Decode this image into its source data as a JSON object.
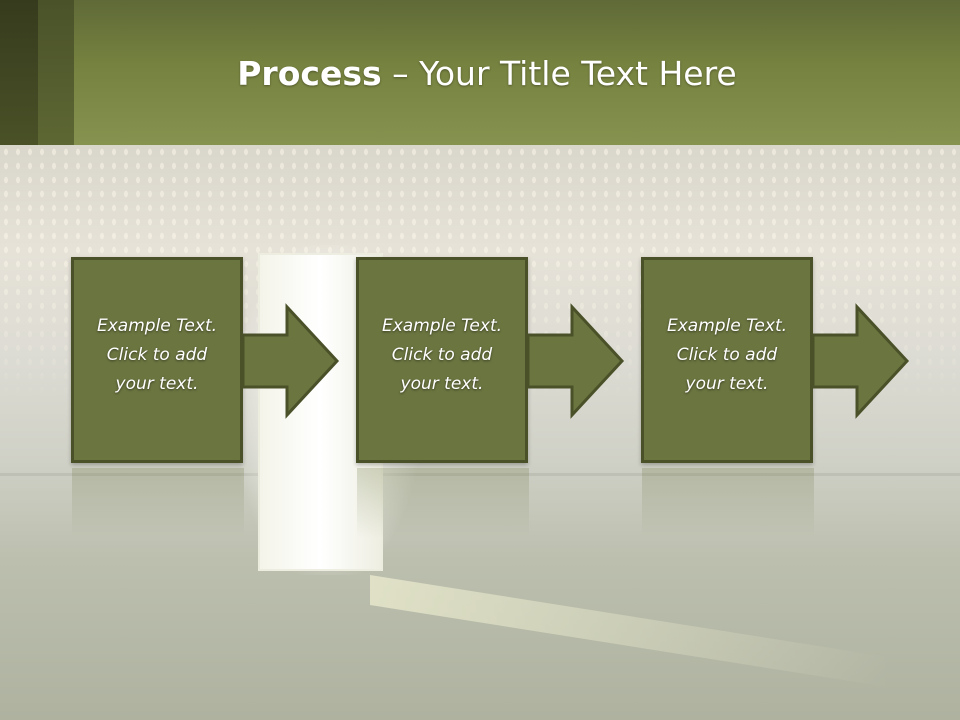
{
  "slide": {
    "title_bold": "Process",
    "title_rest": " – Your Title Text Here"
  },
  "steps": [
    {
      "text": "Example Text.\nClick  to add\nyour text."
    },
    {
      "text": "Example Text.\nClick  to add\nyour text."
    },
    {
      "text": "Example Text.\nClick  to add\nyour text."
    }
  ],
  "colors": {
    "header": "#76823f",
    "header_dark_tab": "#363b1d",
    "box_fill": "#6b7540",
    "box_border": "#4a5129",
    "text": "#ffffff"
  },
  "icons": {
    "step_arrow": "right-arrow-icon"
  }
}
